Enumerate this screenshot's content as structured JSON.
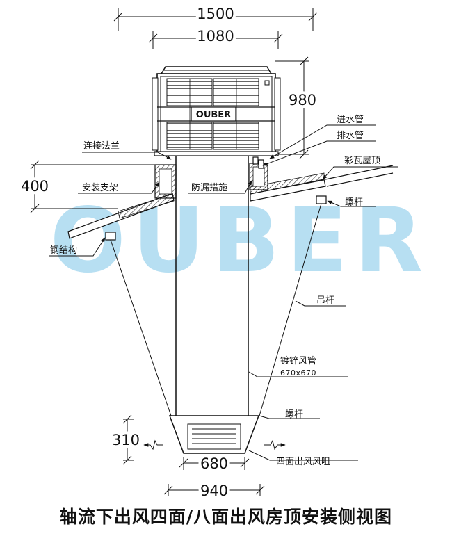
{
  "watermark": "OUBER",
  "unit_brand": "OUBER",
  "dimensions": {
    "overall_width": "1500",
    "unit_width": "1080",
    "unit_height": "980",
    "roof_height": "400",
    "outlet_height": "310",
    "outlet_inner_width": "680",
    "outlet_outer_width": "940"
  },
  "labels": {
    "water_inlet": "进水管",
    "drain": "排水管",
    "flange": "连接法兰",
    "roof": "彩瓦屋顶",
    "bracket": "安装支架",
    "leak_proof": "防漏措施",
    "screw_rod_top": "螺杆",
    "steel_structure": "钢结构",
    "hanger_rod": "吊杆",
    "duct": "镀锌风管",
    "duct_size": "670x670",
    "screw_rod_bottom": "螺杆",
    "outlet": "四面出风风咀"
  },
  "title": "轴流下出风四面/八面出风房顶安装侧视图"
}
